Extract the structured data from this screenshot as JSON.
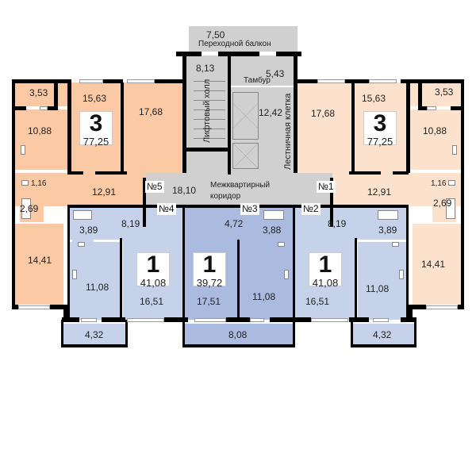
{
  "floor_plan": {
    "common": {
      "balcony": {
        "area": "7,50",
        "label": "Переходной балкон"
      },
      "lift_hall": {
        "area": "8,13",
        "label": "Лифтовый холл"
      },
      "vestibule": {
        "area": "5,43",
        "label": "Тамбур"
      },
      "stairwell": {
        "area": "12,42",
        "label": "Лестничная клетка"
      },
      "corridor": {
        "area": "18,10",
        "label_line1": "Межквартирный",
        "label_line2": "коридор"
      }
    },
    "apartments": [
      {
        "number": "№1",
        "rooms": "3",
        "total_area": "77,25",
        "room_areas": {
          "living_a": "17,68",
          "living_b": "15,63",
          "balcony": "3,53",
          "kitchen": "10,88",
          "hall": "12,91",
          "wc": "1,16",
          "bath": "2,69",
          "bedroom": "14,41"
        }
      },
      {
        "number": "№2",
        "rooms": "1",
        "total_area": "41,08",
        "room_areas": {
          "hall": "8,19",
          "bath": "3,89",
          "living": "16,51",
          "kitchen": "11,08",
          "loggia": "4,32"
        }
      },
      {
        "number": "№3",
        "rooms": "1",
        "total_area": "39,72",
        "room_areas": {
          "hall": "4,72",
          "bath": "3,88",
          "living": "17,51",
          "kitchen": "11,08",
          "loggia": "8,08"
        }
      },
      {
        "number": "№4",
        "rooms": "1",
        "total_area": "41,08",
        "room_areas": {
          "hall": "8,19",
          "bath": "3,89",
          "living": "16,51",
          "kitchen": "11,08",
          "loggia": "4,32"
        }
      },
      {
        "number": "№5",
        "rooms": "3",
        "total_area": "77,25",
        "room_areas": {
          "balcony": "3,53",
          "living_b": "15,63",
          "living_a": "17,68",
          "kitchen": "10,88",
          "hall": "12,91",
          "wc": "1,16",
          "bath": "2,69",
          "bedroom": "14,41"
        }
      }
    ],
    "colors": {
      "three_room": "#fcc9a5",
      "three_room_right": "#fce2cc",
      "one_room": "#c6d2ea",
      "one_room_mid": "#abbbe0",
      "common": "#d0d0d0",
      "wall": "#000000"
    }
  }
}
